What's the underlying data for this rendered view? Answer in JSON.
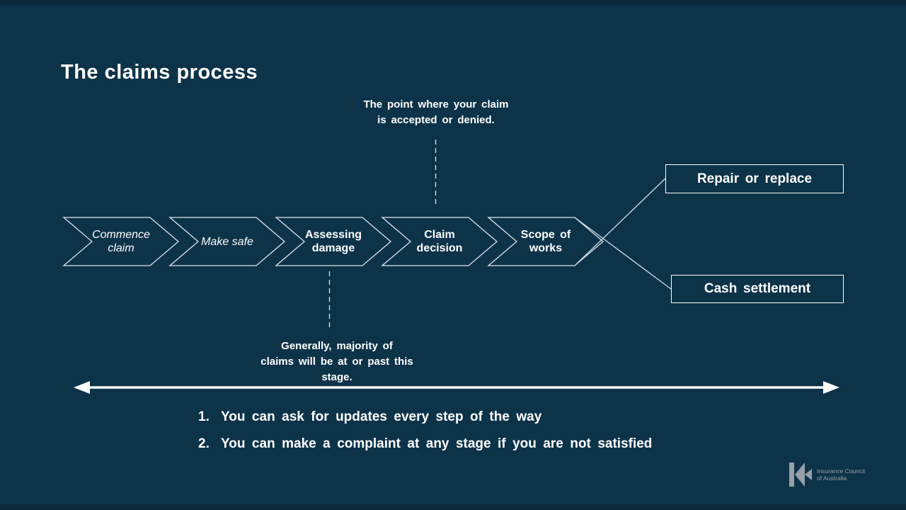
{
  "theme": {
    "background": "#0d3349",
    "edge_strip": "#0a2a3a",
    "text_white": "#ffffff",
    "outline": "#dce6ec",
    "connector": "#c9d6de",
    "logo_gray": "#97a0a7"
  },
  "slide": {
    "title": "The claims process"
  },
  "process": {
    "steps": [
      {
        "label": "Commence\nclaim",
        "emphasis": "italic"
      },
      {
        "label": "Make safe",
        "emphasis": "italic"
      },
      {
        "label": "Assessing\ndamage",
        "emphasis": "bold"
      },
      {
        "label": "Claim\ndecision",
        "emphasis": "bold"
      },
      {
        "label": "Scope of\nworks",
        "emphasis": "bold"
      }
    ],
    "outcomes": [
      {
        "label": "Repair or replace"
      },
      {
        "label": "Cash settlement"
      }
    ]
  },
  "annotations": {
    "claim_decision": "The point where your claim\nis accepted or denied.",
    "assessing_damage": "Generally, majority of\nclaims will be at or past this\nstage."
  },
  "notes": [
    {
      "num": "1.",
      "text": "You can ask for updates every step of the way"
    },
    {
      "num": "2.",
      "text": "You can make a complaint at any stage if you are not satisfied"
    }
  ],
  "footer": {
    "logo_text": "Insurance Council\nof Australia"
  }
}
